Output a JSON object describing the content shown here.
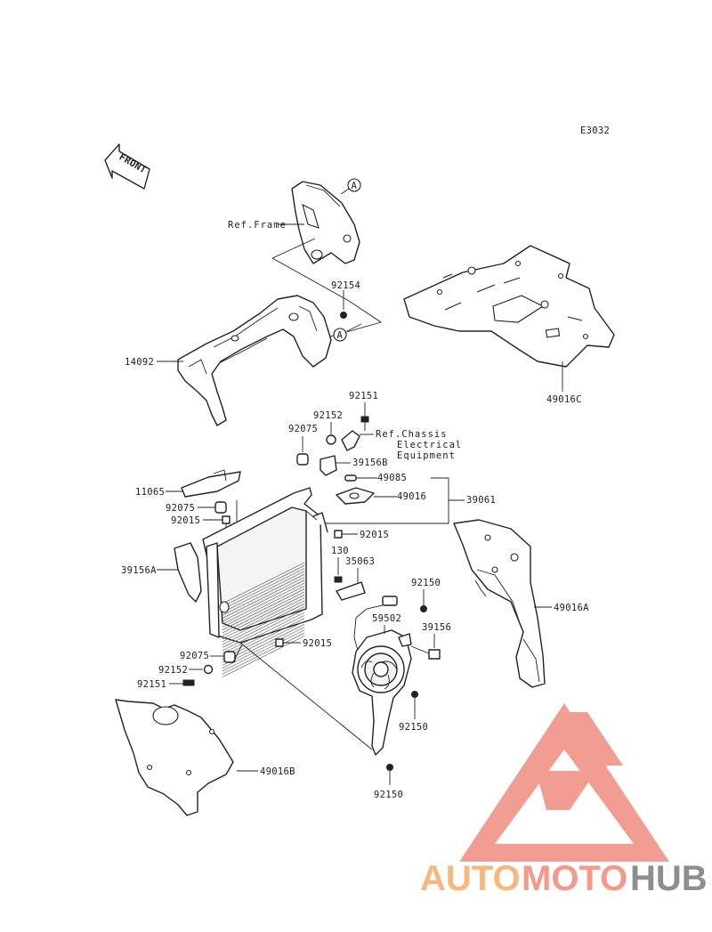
{
  "diagram_code": "E3032",
  "front_label": "FRONT",
  "refs": {
    "frame": "Ref.Frame",
    "chassis_line1": "Ref.Chassis",
    "chassis_line2": "Electrical",
    "chassis_line3": "Equipment",
    "circle_a": "A"
  },
  "parts": [
    "92154",
    "14092",
    "49016C",
    "92151",
    "92152",
    "92075",
    "39156B",
    "49085",
    "49016",
    "39061",
    "11065",
    "92075",
    "92015",
    "92015",
    "39156A",
    "130",
    "35063",
    "92150",
    "59502",
    "39156",
    "49016A",
    "92075",
    "92015",
    "92152",
    "92151",
    "92150",
    "49016B",
    "92150"
  ],
  "watermark": {
    "auto": "AUTO",
    "moto": "MOTO",
    "hub": "HUB"
  },
  "colors": {
    "line": "#222222",
    "logo_red": "#f08c80",
    "logo_orange": "#f7b77f",
    "logo_grey": "#8e8e8e"
  }
}
